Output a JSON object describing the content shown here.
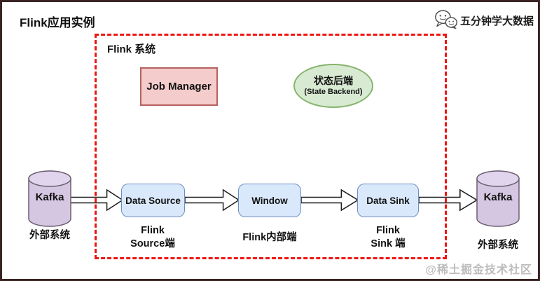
{
  "page": {
    "title": "Flink应用实例",
    "brand": {
      "label": "五分钟学大数据",
      "icon": "wechat-icon"
    },
    "watermark": "@稀土掘金技术社区"
  },
  "diagram": {
    "system": {
      "label": "Flink 系统",
      "border_color": "#ee1511",
      "border_style": "dashed"
    },
    "job_manager": {
      "label": "Job Manager",
      "fill": "#f4cccc",
      "border": "#b86060"
    },
    "state_backend": {
      "label_cn": "状态后端",
      "label_en": "(State Backend)",
      "fill": "#d9ead3",
      "border": "#85b56d"
    },
    "flow": {
      "source_system": {
        "shape": "cylinder",
        "label": "Kafka",
        "caption": "外部系统"
      },
      "stages": [
        {
          "label": "Data Source",
          "caption_line1": "Flink",
          "caption_line2": "Source端"
        },
        {
          "label": "Window",
          "caption_line1": "Flink内部端",
          "caption_line2": ""
        },
        {
          "label": "Data Sink",
          "caption_line1": "Flink",
          "caption_line2": "Sink 端"
        }
      ],
      "sink_system": {
        "shape": "cylinder",
        "label": "Kafka",
        "caption": "外部系统"
      },
      "node_fill": "#dae8fc",
      "node_border": "#6c8ebf",
      "cylinder_fill": "#d5c7e2",
      "cylinder_border": "#6b5f73",
      "arrow_fill": "#ffffff",
      "arrow_border": "#1a1a1a"
    }
  }
}
